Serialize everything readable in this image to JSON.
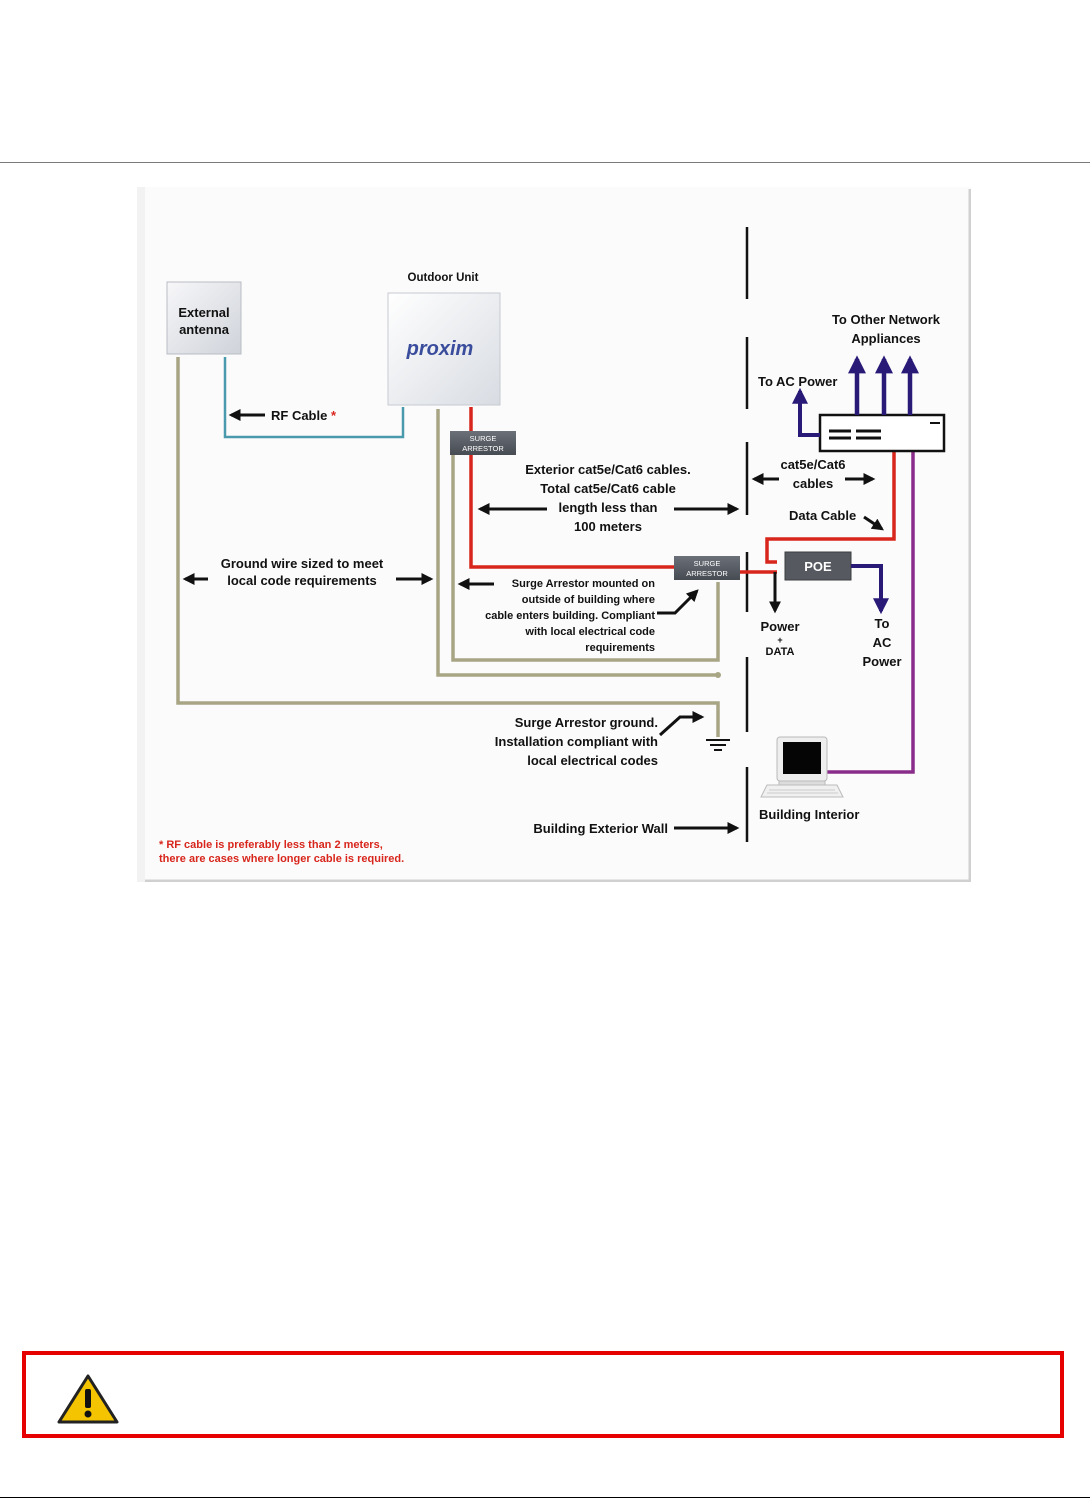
{
  "diagram": {
    "outdoor_unit_label": "Outdoor Unit",
    "outdoor_unit_brand": "proxim",
    "external_antenna_label": [
      "External",
      "antenna"
    ],
    "rf_cable_label": "RF Cable",
    "rf_cable_asterisk": "*",
    "surge_arrestor_label": [
      "SURGE",
      "ARRESTOR"
    ],
    "exterior_cables_text": [
      "Exterior cat5e/Cat6 cables.",
      "Total cat5e/Cat6 cable",
      "length less than",
      "100 meters"
    ],
    "ground_wire_text": [
      "Ground wire sized to meet",
      "local code requirements"
    ],
    "surge_mount_text": [
      "Surge Arrestor mounted on",
      "outside of building where",
      "cable enters building. Compliant",
      "with local electrical code",
      "requirements"
    ],
    "surge_ground_text": [
      "Surge Arrestor ground.",
      "Installation compliant with",
      "local electrical codes"
    ],
    "building_exterior_wall_label": "Building Exterior Wall",
    "rf_note": [
      "* RF cable is preferably less than 2 meters,",
      "there are cases where longer cable is required."
    ],
    "to_other_network_text": [
      "To Other Network",
      "Appliances"
    ],
    "to_ac_power_top": "To AC Power",
    "interior_cables_text": [
      "cat5e/Cat6",
      "cables"
    ],
    "data_cable_label": "Data Cable",
    "poe_label": "POE",
    "power_data_text": [
      "Power",
      "+",
      "DATA"
    ],
    "to_ac_power_poe": [
      "To",
      "AC",
      "Power"
    ],
    "building_interior_label": "Building Interior"
  },
  "warning": {
    "icon": "warning-triangle-icon"
  },
  "colors": {
    "rf_cable": "#4a9aae",
    "ground_wire": "#a8a584",
    "ethernet_red": "#d8261c",
    "ac_power": "#2a1a78",
    "data_purple": "#8a2d8a",
    "warning_border": "#e60000"
  }
}
